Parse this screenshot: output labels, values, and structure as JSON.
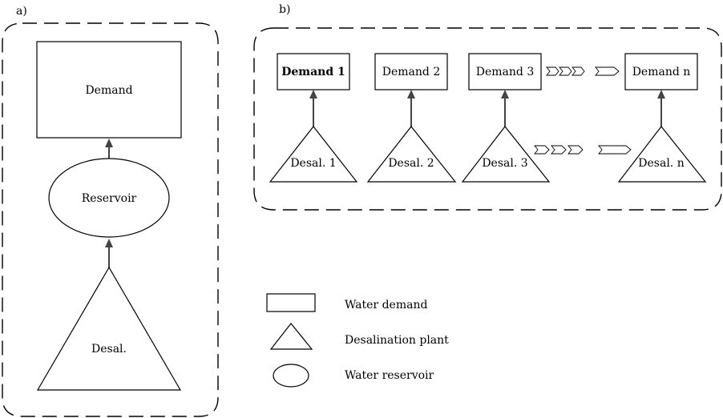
{
  "panel_a": {
    "tag": "a)",
    "demand": "Demand",
    "reservoir": "Reservoir",
    "desal": "Desal."
  },
  "panel_b": {
    "tag": "b)",
    "demands": [
      "Demand 1",
      "Demand 2",
      "Demand 3",
      "Demand n"
    ],
    "desals": [
      "Desal. 1",
      "Desal. 2",
      "Desal. 3",
      "Desal. n"
    ]
  },
  "legend": {
    "items": [
      {
        "shape": "rectangle",
        "label": "Water demand"
      },
      {
        "shape": "triangle",
        "label": "Desalination plant"
      },
      {
        "shape": "ellipse",
        "label": "Water reservoir"
      }
    ]
  }
}
